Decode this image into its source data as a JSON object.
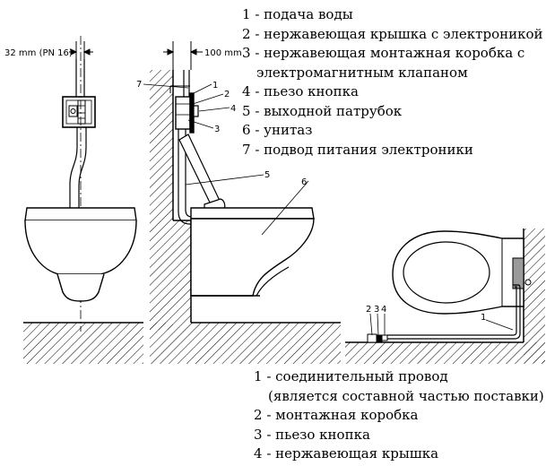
{
  "dimensions": {
    "left_width": "32 mm (PN 16)",
    "right_width": "100 mm"
  },
  "callouts_side": [
    "7",
    "1",
    "2",
    "4",
    "3",
    "5",
    "6"
  ],
  "callouts_floor": [
    "2",
    "3",
    "4",
    "1"
  ],
  "legend_top": [
    {
      "num": "1",
      "text": "подача воды"
    },
    {
      "num": "2",
      "text": "нержавеющая крышка с электроникой"
    },
    {
      "num": "3",
      "text": "нержавеющая монтажная коробка с"
    },
    {
      "num": "",
      "text": "электромагнитным клапаном"
    },
    {
      "num": "4",
      "text": "пьезо кнопка"
    },
    {
      "num": "5",
      "text": "выходной патрубок"
    },
    {
      "num": "6",
      "text": "унитаз"
    },
    {
      "num": "7",
      "text": "подвод питания электроники"
    }
  ],
  "legend_bottom": [
    {
      "num": "1",
      "text": "соединительный провод"
    },
    {
      "num": "",
      "text": "(является составной частью поставки)"
    },
    {
      "num": "2",
      "text": "монтажная коробка"
    },
    {
      "num": "3",
      "text": "пьезо кнопка"
    },
    {
      "num": "4",
      "text": "нержавеющая крышка"
    }
  ]
}
